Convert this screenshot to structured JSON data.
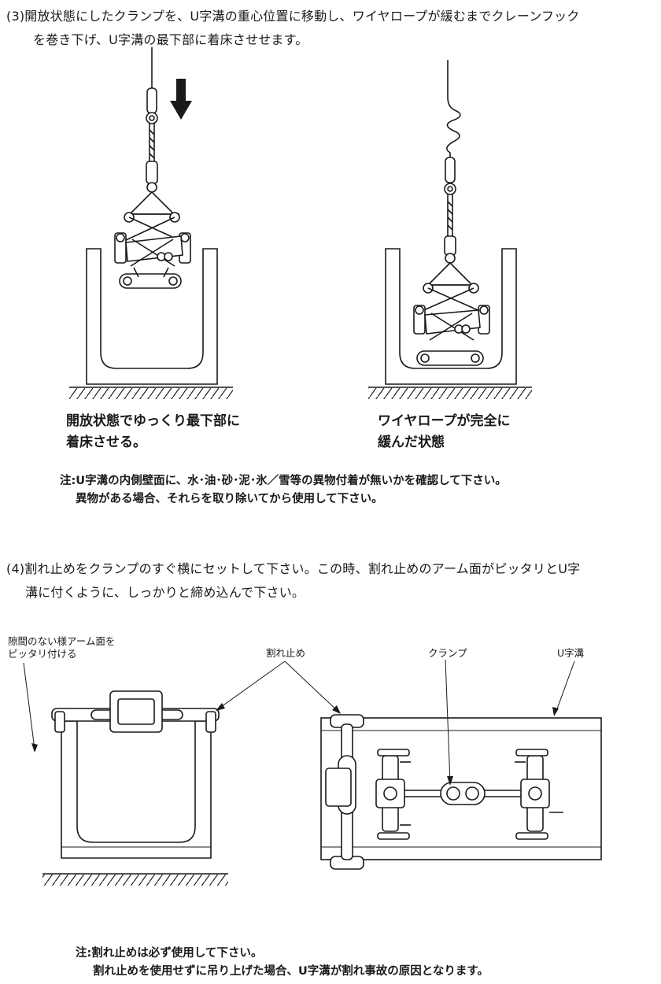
{
  "step3": {
    "line1": "(3)開放状態にしたクランプを、U字溝の重心位置に移動し、ワイヤロープが緩むまでクレーンフック",
    "line2": "を巻き下げ、U字溝の最下部に着床させせます。"
  },
  "fig_left": {
    "caption_line1": "開放状態でゆっくり最下部に",
    "caption_line2": "着床させる。"
  },
  "fig_right": {
    "caption_line1": "ワイヤロープが完全に",
    "caption_line2": "緩んだ状態"
  },
  "note1": {
    "line1": "注:U字溝の内側壁面に、水･油･砂･泥･氷／雪等の異物付着が無いかを確認して下さい。",
    "line2": "異物がある場合、それらを取り除いてから使用して下さい。"
  },
  "step4": {
    "line1": "(4)割れ止めをクランプのすぐ横にセットして下さい。この時、割れ止めのアーム面がピッタリとU字",
    "line2": "溝に付くように、しっかりと締め込んで下さい。"
  },
  "labels": {
    "gap_line1": "隙間のない様アーム面を",
    "gap_line2": "ピッタリ付ける",
    "stopper": "割れ止め",
    "clamp": "クランプ",
    "u_channel": "U字溝"
  },
  "note2": {
    "line1": "注:割れ止めは必ず使用して下さい。",
    "line2": "割れ止めを使用せずに吊り上げた場合、U字溝が割れ事故の原因となります。"
  }
}
